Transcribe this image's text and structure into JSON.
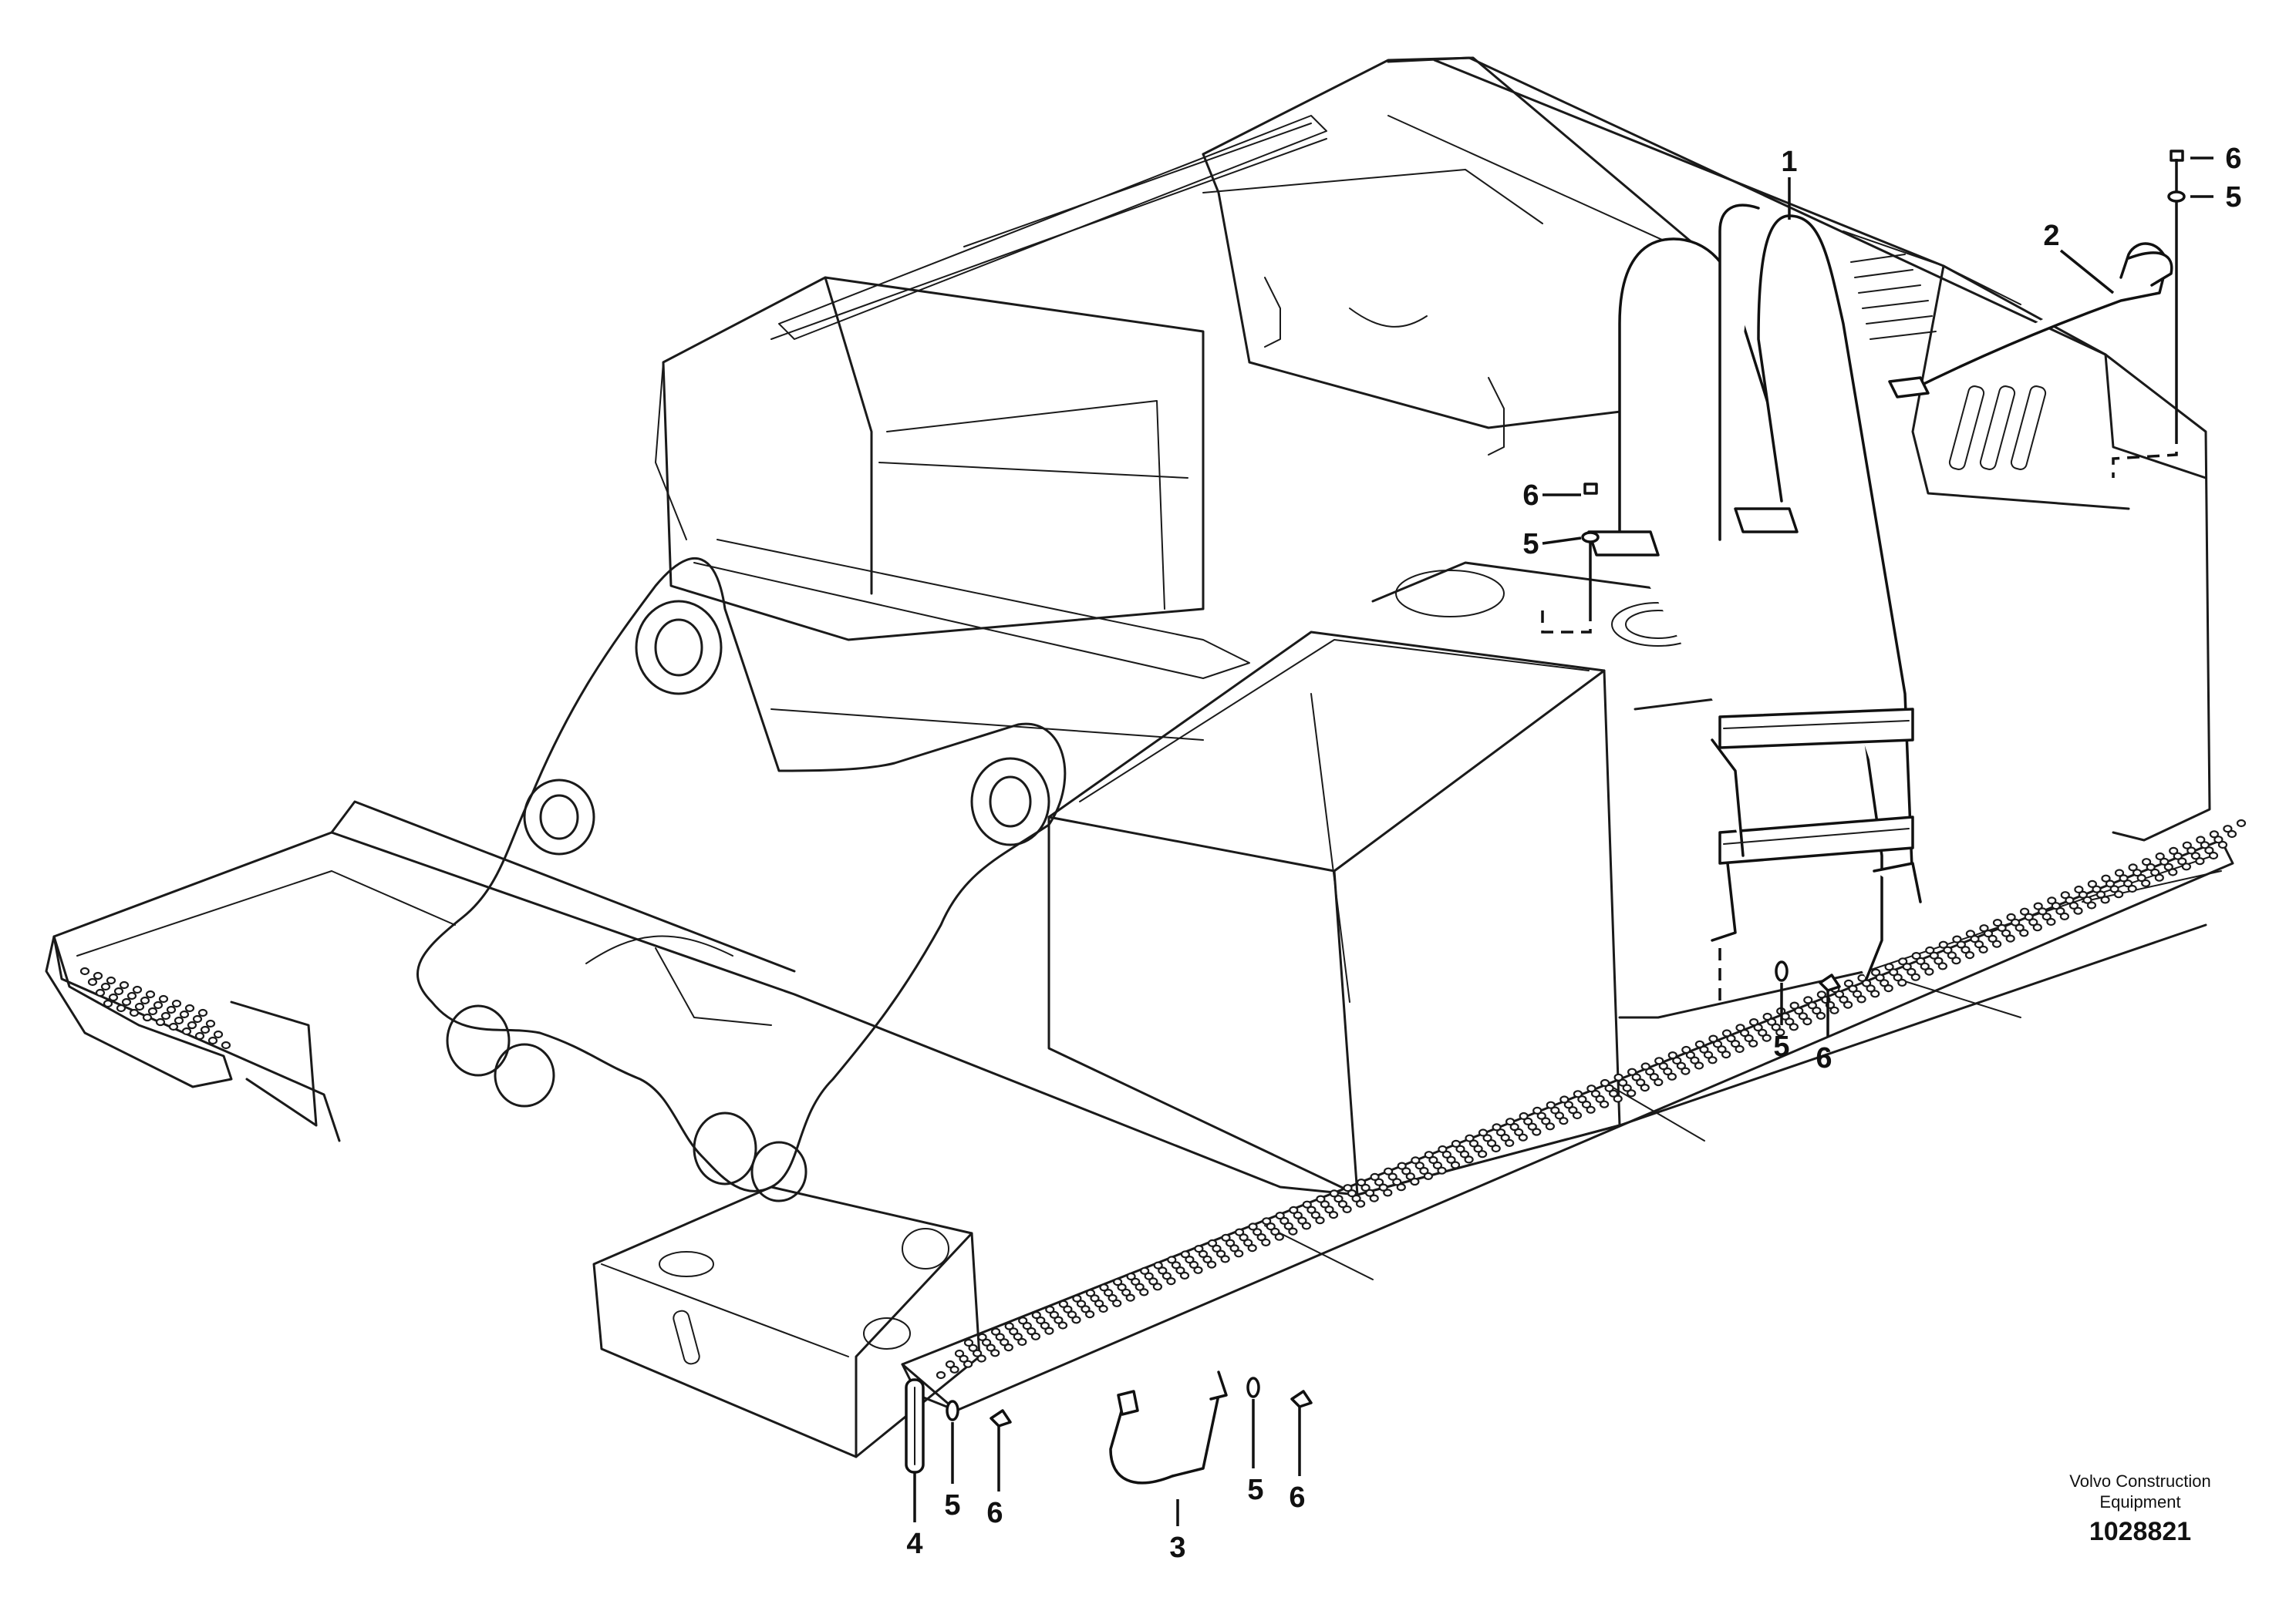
{
  "diagram": {
    "callouts": {
      "c1": "1",
      "c2": "2",
      "c3": "3",
      "c4": "4",
      "c5a": "5",
      "c6a": "6",
      "c5b": "5",
      "c6b": "6",
      "c5c": "5",
      "c6c": "6",
      "c5d": "5",
      "c6d": "6",
      "c5e": "5",
      "c6e": "6"
    },
    "manufacturer": "Volvo Construction\nEquipment",
    "drawing_number": "1028821"
  }
}
